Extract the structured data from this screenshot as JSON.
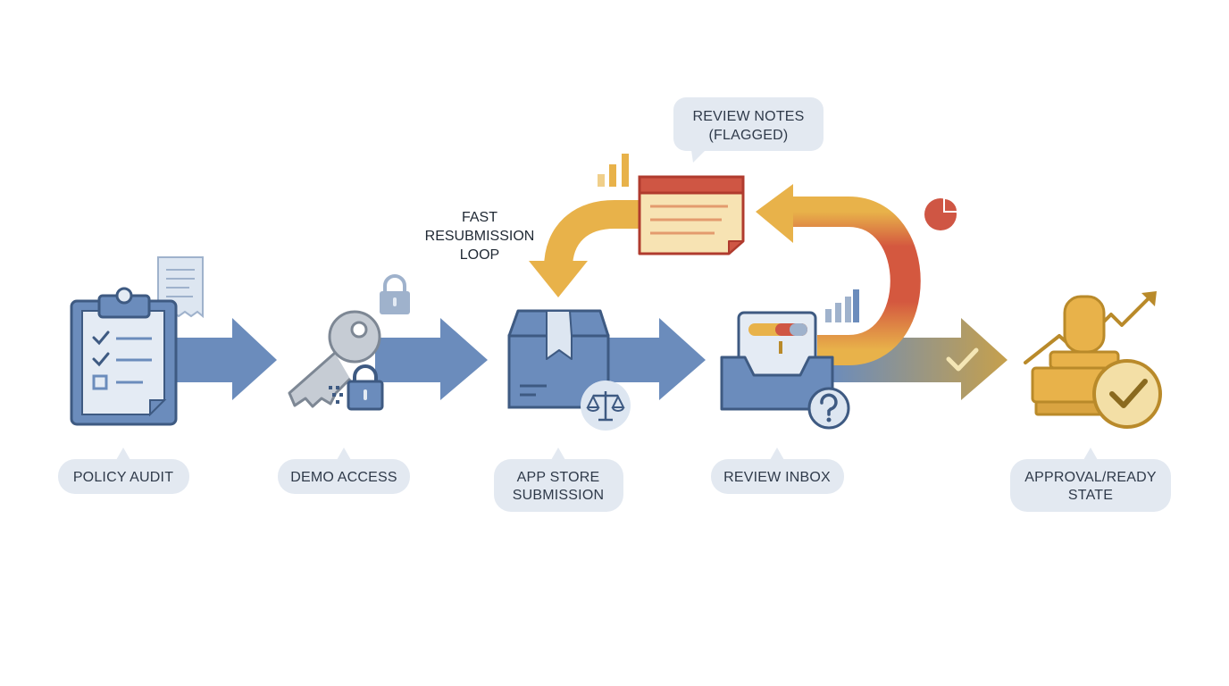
{
  "steps": [
    {
      "label_lines": [
        "POLICY AUDIT"
      ]
    },
    {
      "label_lines": [
        "DEMO ACCESS"
      ]
    },
    {
      "label_lines": [
        "APP STORE",
        "SUBMISSION"
      ]
    },
    {
      "label_lines": [
        "REVIEW INBOX"
      ]
    },
    {
      "label_lines": [
        "APPROVAL/READY",
        "STATE"
      ]
    }
  ],
  "review_notes": {
    "label_lines": [
      "REVIEW NOTES",
      "(FLAGGED)"
    ]
  },
  "loop_label": {
    "label_lines": [
      "FAST",
      "RESUBMISSION",
      "LOOP"
    ]
  },
  "colors": {
    "blue": "#6b8cbc",
    "blue_dark": "#3e5a82",
    "blue_light": "#dde6f1",
    "pill": "#e3e9f1",
    "orange": "#e8b24a",
    "red": "#cf5644",
    "gold": "#d9a441",
    "gold_dark": "#b98a2a"
  }
}
